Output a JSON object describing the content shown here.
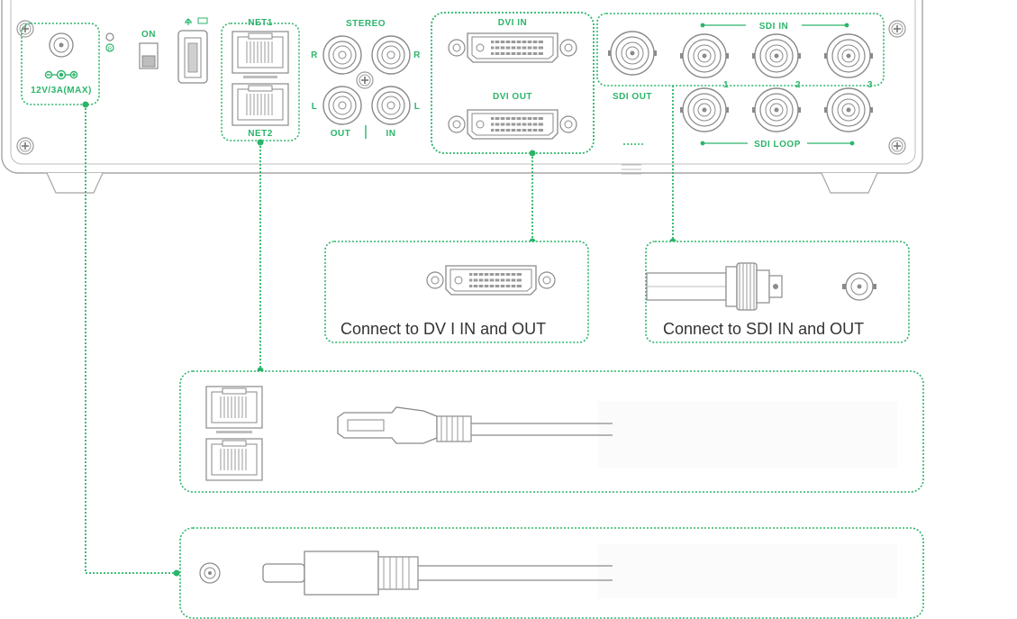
{
  "colors": {
    "accent": "#2bb56a",
    "outline": "#9a9a9a",
    "panel_fill": "#ffffff"
  },
  "panel_labels": {
    "net1": "NET1",
    "net2": "NET2",
    "on": "ON",
    "stereo": "STEREO",
    "r_left": "R",
    "r_right": "R",
    "l_left": "L",
    "l_right": "L",
    "audio_out": "OUT",
    "audio_in": "IN",
    "dvi_in": "DVI IN",
    "dvi_out": "DVI OUT",
    "sdi_out": "SDI OUT",
    "sdi_in": "SDI IN",
    "sdi_loop": "SDI LOOP",
    "sdi_num_1": "1",
    "sdi_num_2": "2",
    "sdi_num_3": "3",
    "power_rating": "12V/3A(MAX)"
  },
  "callouts": {
    "dvi": "Connect to DV I IN and OUT",
    "sdi": "Connect to SDI IN and OUT"
  },
  "icons": [
    "power-jack-icon",
    "usb-icon",
    "rj45-port-icon",
    "rca-jack-icon",
    "dvi-connector-icon",
    "bnc-connector-icon",
    "screw-icon",
    "ethernet-cable-icon",
    "dc-plug-icon"
  ]
}
